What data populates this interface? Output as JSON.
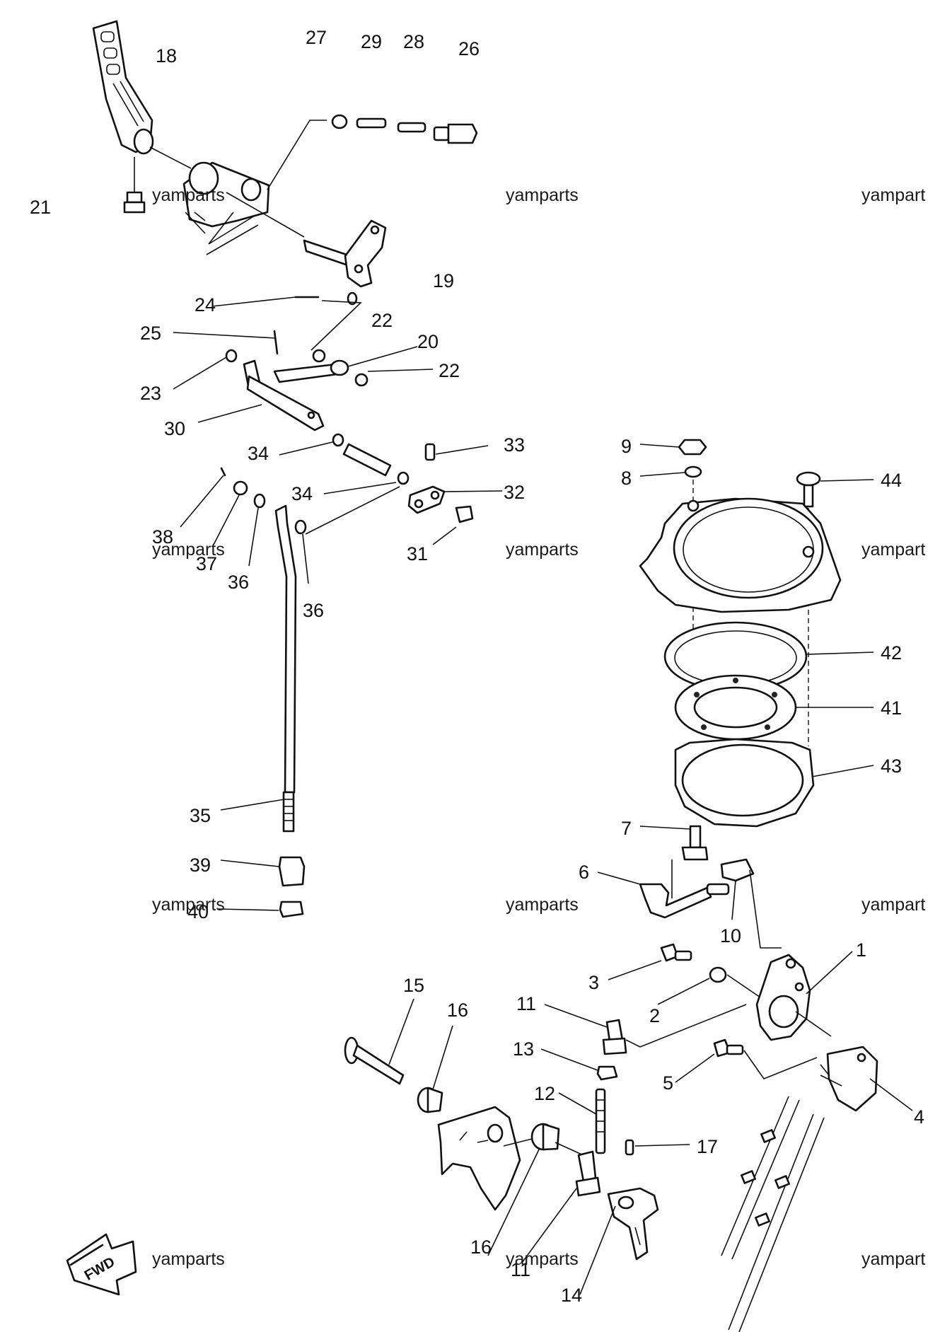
{
  "watermark": "yamparts",
  "watermark_cut": "yampart",
  "fwd_label": "FWD",
  "callouts": {
    "p1": "1",
    "p2": "2",
    "p3": "3",
    "p4": "4",
    "p5": "5",
    "p6": "6",
    "p7": "7",
    "p8": "8",
    "p9": "9",
    "p10": "10",
    "p11a": "11",
    "p11b": "11",
    "p12": "12",
    "p13": "13",
    "p14": "14",
    "p15": "15",
    "p16a": "16",
    "p16b": "16",
    "p17": "17",
    "p18": "18",
    "p19": "19",
    "p20": "20",
    "p21": "21",
    "p22a": "22",
    "p22b": "22",
    "p23": "23",
    "p24": "24",
    "p25": "25",
    "p26": "26",
    "p27": "27",
    "p28": "28",
    "p29": "29",
    "p30": "30",
    "p31": "31",
    "p32": "32",
    "p33": "33",
    "p34a": "34",
    "p34b": "34",
    "p35": "35",
    "p36a": "36",
    "p36b": "36",
    "p37": "37",
    "p38": "38",
    "p39": "39",
    "p40": "40",
    "p41": "41",
    "p42": "42",
    "p43": "43",
    "p44": "44"
  }
}
